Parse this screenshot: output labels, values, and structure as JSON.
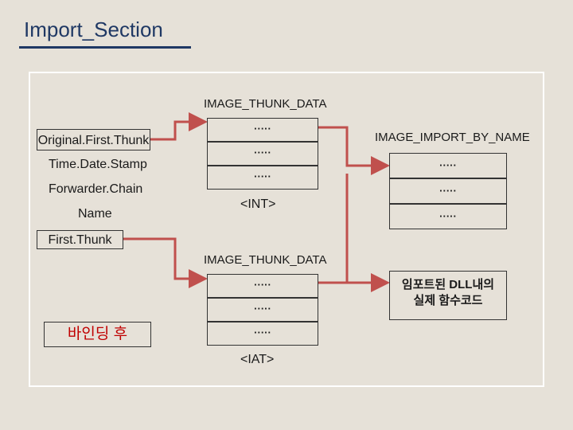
{
  "slide": {
    "title": "Import_Section"
  },
  "import_descriptor": {
    "fields": [
      "Original.First.Thunk",
      "Time.Date.Stamp",
      "Forwarder.Chain",
      "Name",
      "First.Thunk"
    ]
  },
  "int_table": {
    "header": "IMAGE_THUNK_DATA",
    "cells": [
      "·····",
      "·····",
      "·····"
    ],
    "label": "<INT>"
  },
  "iat_table": {
    "header": "IMAGE_THUNK_DATA",
    "cells": [
      "·····",
      "·····",
      "·····"
    ],
    "label": "<IAT>"
  },
  "import_by_name": {
    "header": "IMAGE_IMPORT_BY_NAME",
    "cells": [
      "·····",
      "·····",
      "·····"
    ]
  },
  "function_code": {
    "line1": "임포트된 DLL내의",
    "line2": "실제 함수코드"
  },
  "binding_note": {
    "label": "바인딩 후"
  },
  "colors": {
    "arrow": "#c0504d",
    "title": "#1f3864",
    "binding_text": "#c00000"
  }
}
